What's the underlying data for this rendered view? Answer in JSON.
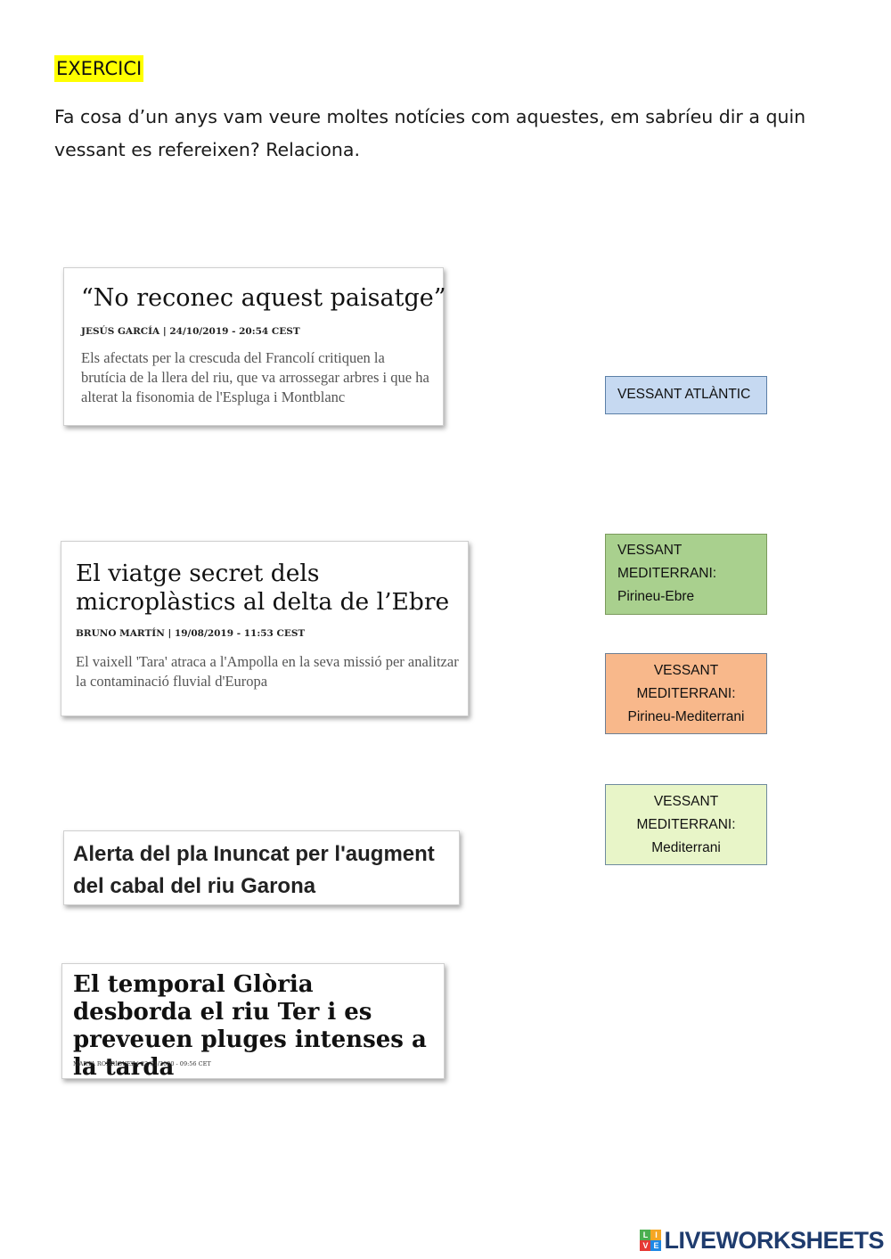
{
  "heading": "EXERCICI",
  "instructions": "Fa cosa d’un anys vam veure moltes notícies com aquestes, em sabríeu dir a quin vessant es refereixen? Relaciona.",
  "news": [
    {
      "title": "“No reconec aquest paisatge”",
      "byline": "JESÚS GARCÍA | 24/10/2019 - 20:54 CEST",
      "summary": "Els afectats per la crescuda del Francolí critiquen la brutícia de la llera del riu, que va arrossegar arbres i que ha alterat la fisonomia de l'Espluga i Montblanc"
    },
    {
      "title": "El viatge secret dels microplàstics al delta de l’Ebre",
      "byline": "BRUNO MARTÍN | 19/08/2019 - 11:53 CEST",
      "summary": "El vaixell 'Tara' atraca a l'Ampolla en la seva missió per analitzar la contaminació fluvial d'Europa"
    },
    {
      "title": "Alerta del pla Inuncat per l'augment del cabal del riu Garona"
    },
    {
      "title": "El temporal Glòria desborda el riu Ter i es preveuen pluges intenses a la tarda",
      "byline": "MARTA RODRÍGUEZ | 22/01/2020 - 09:56 CET"
    }
  ],
  "options": [
    {
      "lines": [
        "VESSANT ATLÀNTIC"
      ],
      "color": "#c6d9f1"
    },
    {
      "lines": [
        "VESSANT",
        "MEDITERRANI:",
        "Pirineu-Ebre"
      ],
      "color": "#a9d08e"
    },
    {
      "lines": [
        "VESSANT",
        "MEDITERRANI:",
        "Pirineu-Mediterrani"
      ],
      "color": "#f8b88b"
    },
    {
      "lines": [
        "VESSANT",
        "MEDITERRANI:",
        "Mediterrani"
      ],
      "color": "#e8f5c8"
    }
  ],
  "brand": {
    "name": "LIVEWORKSHEETS",
    "logo_letters": [
      "L",
      "I",
      "V",
      "E"
    ]
  }
}
